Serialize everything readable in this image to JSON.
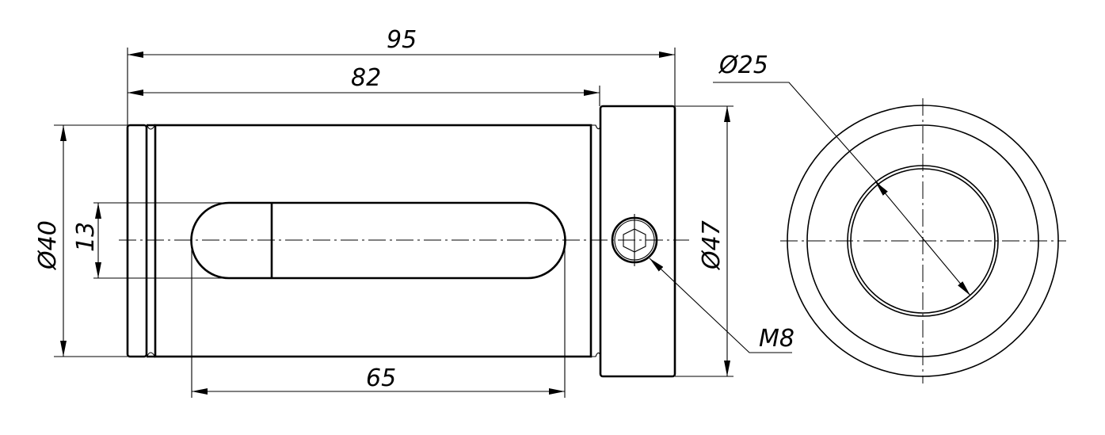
{
  "drawing": {
    "dimensions": {
      "overall_length": "95",
      "body_length": "82",
      "body_diameter": "Ø40",
      "slot_width": "13",
      "slot_length": "65",
      "collar_diameter": "Ø47",
      "bore_diameter": "Ø25",
      "screw_thread": "M8"
    },
    "line_color": "#000000",
    "background": "#ffffff"
  }
}
